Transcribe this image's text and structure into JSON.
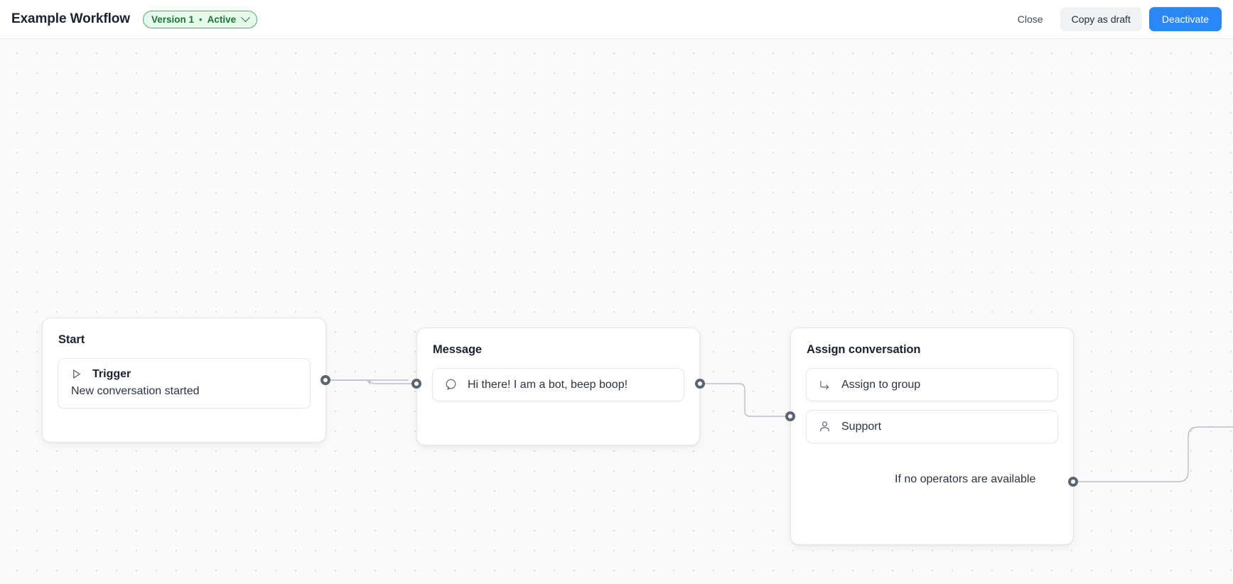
{
  "header": {
    "title": "Example Workflow",
    "version_badge": {
      "version": "Version 1",
      "separator": "•",
      "status": "Active"
    },
    "actions": {
      "close": "Close",
      "copy_as_draft": "Copy as draft",
      "deactivate": "Deactivate"
    }
  },
  "colors": {
    "primary": "#2b87f5",
    "badge_text": "#117a35",
    "badge_bg": "#e7f8ed",
    "badge_border": "#44b366",
    "canvas_bg": "#fafafa",
    "node_border": "#e3e5e8",
    "port": "#5b6472",
    "edge": "#b9bec6"
  },
  "nodes": [
    {
      "id": "start",
      "title": "Start",
      "rows": [
        {
          "icon": "play-triangle-icon",
          "label": "Trigger",
          "sublabel": "New conversation started"
        }
      ]
    },
    {
      "id": "message",
      "title": "Message",
      "rows": [
        {
          "icon": "speech-bubble-icon",
          "label": "Hi there! I am a bot, beep boop!"
        }
      ]
    },
    {
      "id": "assign",
      "title": "Assign conversation",
      "rows": [
        {
          "icon": "arrow-turn-right-icon",
          "label": "Assign to group"
        },
        {
          "icon": "user-icon",
          "label": "Support"
        }
      ],
      "output_caption": "If no operators are available"
    }
  ]
}
